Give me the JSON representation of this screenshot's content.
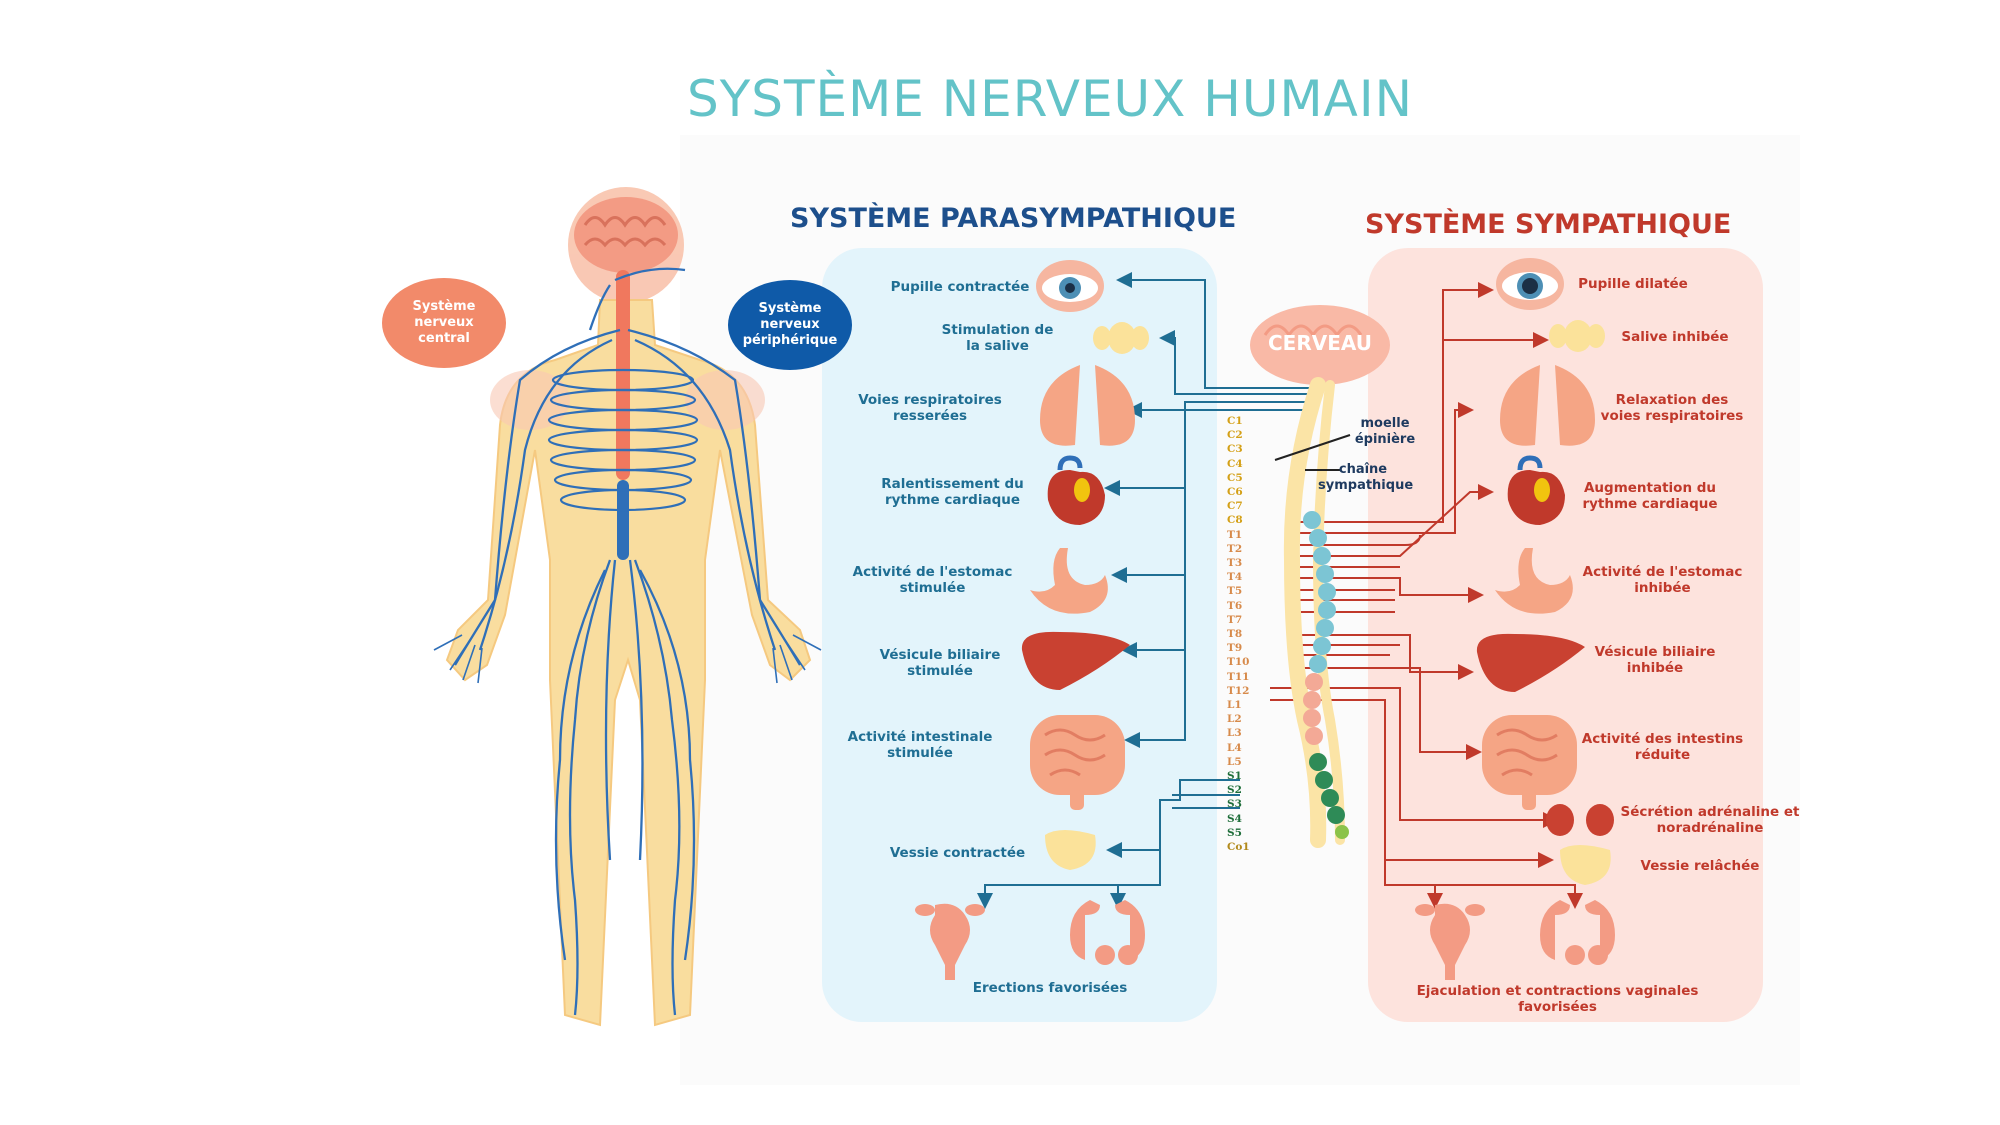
{
  "title": "SYSTÈME NERVEUX HUMAIN",
  "colors": {
    "title": "#63c3c8",
    "parasympathetic": "#1f6e93",
    "sympathetic": "#c0392b",
    "nerve": "#2f6fb8",
    "central": "#f28a6a",
    "peripheral": "#0f5aa8"
  },
  "body_figure": {
    "central_label": "Système nerveux central",
    "peripheral_label": "Système nerveux périphérique"
  },
  "parasympathetic": {
    "heading": "SYSTÈME PARASYMPATHIQUE",
    "items": [
      {
        "icon": "eye-icon",
        "label": "Pupille contractée"
      },
      {
        "icon": "salivary-gland-icon",
        "label": "Stimulation de la salive"
      },
      {
        "icon": "lungs-icon",
        "label": "Voies respiratoires resserées"
      },
      {
        "icon": "heart-icon",
        "label": "Ralentissement du rythme cardiaque"
      },
      {
        "icon": "stomach-icon",
        "label": "Activité de l'estomac stimulée"
      },
      {
        "icon": "liver-icon",
        "label": "Vésicule biliaire stimulée"
      },
      {
        "icon": "intestines-icon",
        "label": "Activité intestinale stimulée"
      },
      {
        "icon": "bladder-icon",
        "label": "Vessie contractée"
      },
      {
        "icon": "reproductive-organs-icon",
        "label": "Erections favorisées"
      }
    ]
  },
  "sympathetic": {
    "heading": "SYSTÈME SYMPATHIQUE",
    "items": [
      {
        "icon": "eye-icon",
        "label": "Pupille dilatée"
      },
      {
        "icon": "salivary-gland-icon",
        "label": "Salive inhibée"
      },
      {
        "icon": "lungs-icon",
        "label": "Relaxation des voies respiratoires"
      },
      {
        "icon": "heart-icon",
        "label": "Augmentation du rythme cardiaque"
      },
      {
        "icon": "stomach-icon",
        "label": "Activité de l'estomac inhibée"
      },
      {
        "icon": "liver-icon",
        "label": "Vésicule biliaire inhibée"
      },
      {
        "icon": "intestines-icon",
        "label": "Activité des intestins réduite"
      },
      {
        "icon": "adrenal-gland-icon",
        "label": "Sécrétion adrénaline et noradrénaline"
      },
      {
        "icon": "bladder-icon",
        "label": "Vessie relâchée"
      },
      {
        "icon": "reproductive-organs-icon",
        "label": "Ejaculation et contractions vaginales favorisées"
      }
    ]
  },
  "center": {
    "brain_label": "CERVEAU",
    "spinal_cord_label": "moelle épinière",
    "chain_label": "chaîne sympathique",
    "segments": [
      "C1",
      "C2",
      "C3",
      "C4",
      "C5",
      "C6",
      "C7",
      "C8",
      "T1",
      "T2",
      "T3",
      "T4",
      "T5",
      "T6",
      "T7",
      "T8",
      "T9",
      "T10",
      "T11",
      "T12",
      "L1",
      "L2",
      "L3",
      "L4",
      "L5",
      "S1",
      "S2",
      "S3",
      "S4",
      "S5",
      "Co1"
    ]
  }
}
